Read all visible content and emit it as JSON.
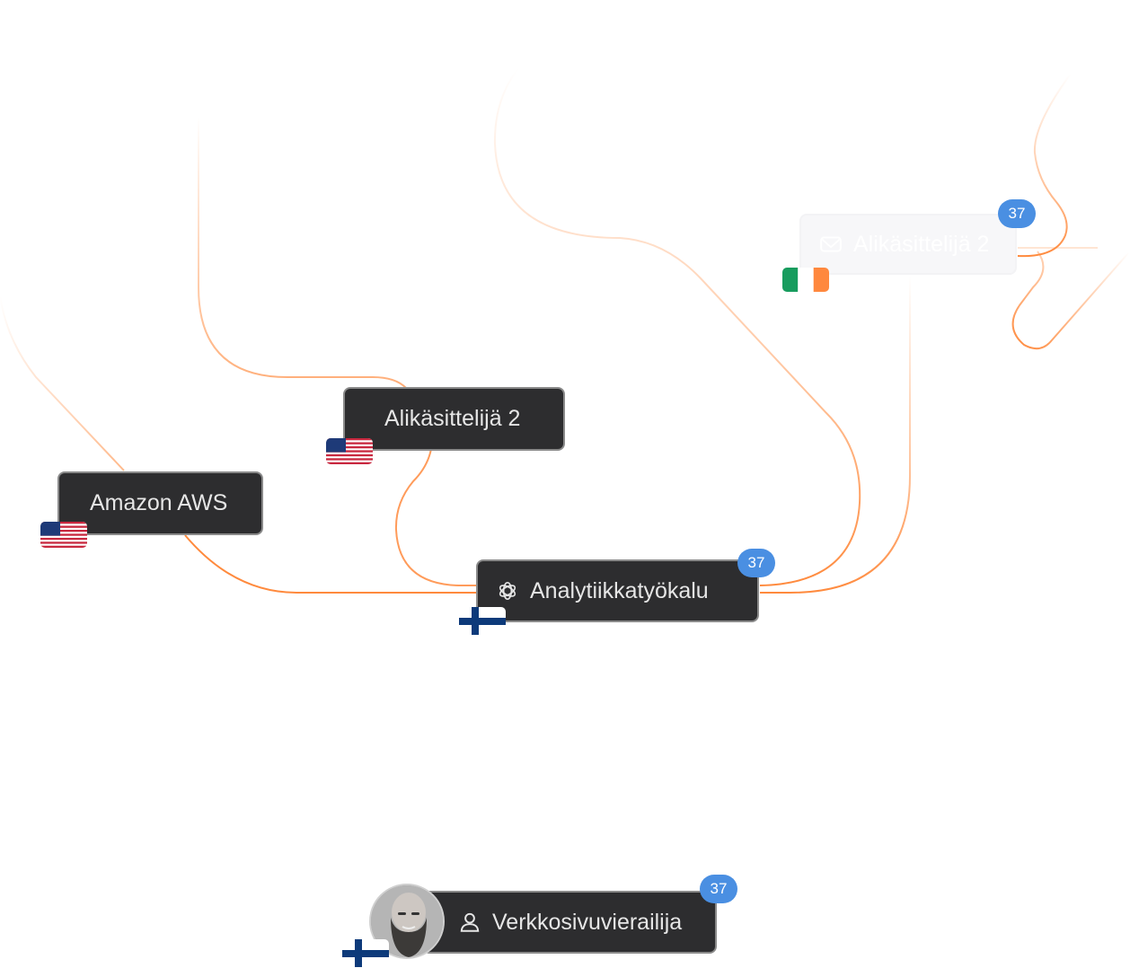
{
  "colors": {
    "edge": "#ff8a3d",
    "node_bg": "#2d2d2f",
    "badge": "#4a8fe2"
  },
  "nodes": {
    "amazon_aws": {
      "label": "Amazon AWS",
      "country": "US"
    },
    "subprocessor_us": {
      "label": "Alikäsittelijä 2",
      "country": "US"
    },
    "analytics": {
      "label": "Analytiikkatyökalu",
      "icon": "openai-icon",
      "badge": "37",
      "country": "FI"
    },
    "subprocessor_ie": {
      "label": "Alikäsittelijä 2",
      "icon": "mail-icon",
      "badge": "37",
      "country": "IE",
      "faded": true
    },
    "visitor": {
      "label": "Verkkosivuvierailija",
      "icon": "user-icon",
      "badge": "37",
      "country": "FI",
      "avatar": "bearded-man-photo"
    }
  }
}
